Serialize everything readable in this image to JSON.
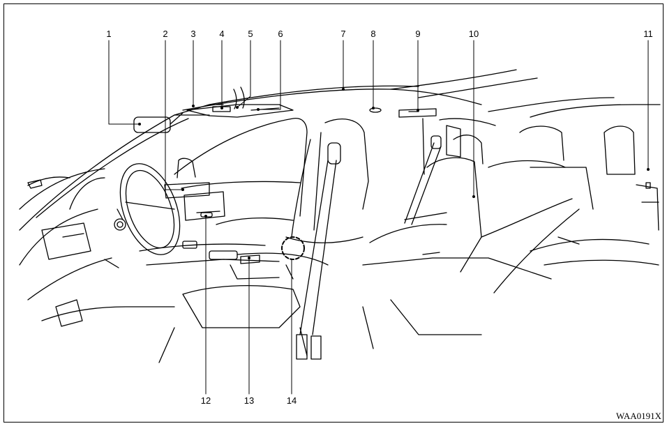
{
  "figure_code": "WAA0191X",
  "callouts": [
    {
      "n": "1"
    },
    {
      "n": "2"
    },
    {
      "n": "3"
    },
    {
      "n": "4"
    },
    {
      "n": "5"
    },
    {
      "n": "6"
    },
    {
      "n": "7"
    },
    {
      "n": "8"
    },
    {
      "n": "9"
    },
    {
      "n": "10"
    },
    {
      "n": "11"
    },
    {
      "n": "12"
    },
    {
      "n": "13"
    },
    {
      "n": "14"
    }
  ]
}
